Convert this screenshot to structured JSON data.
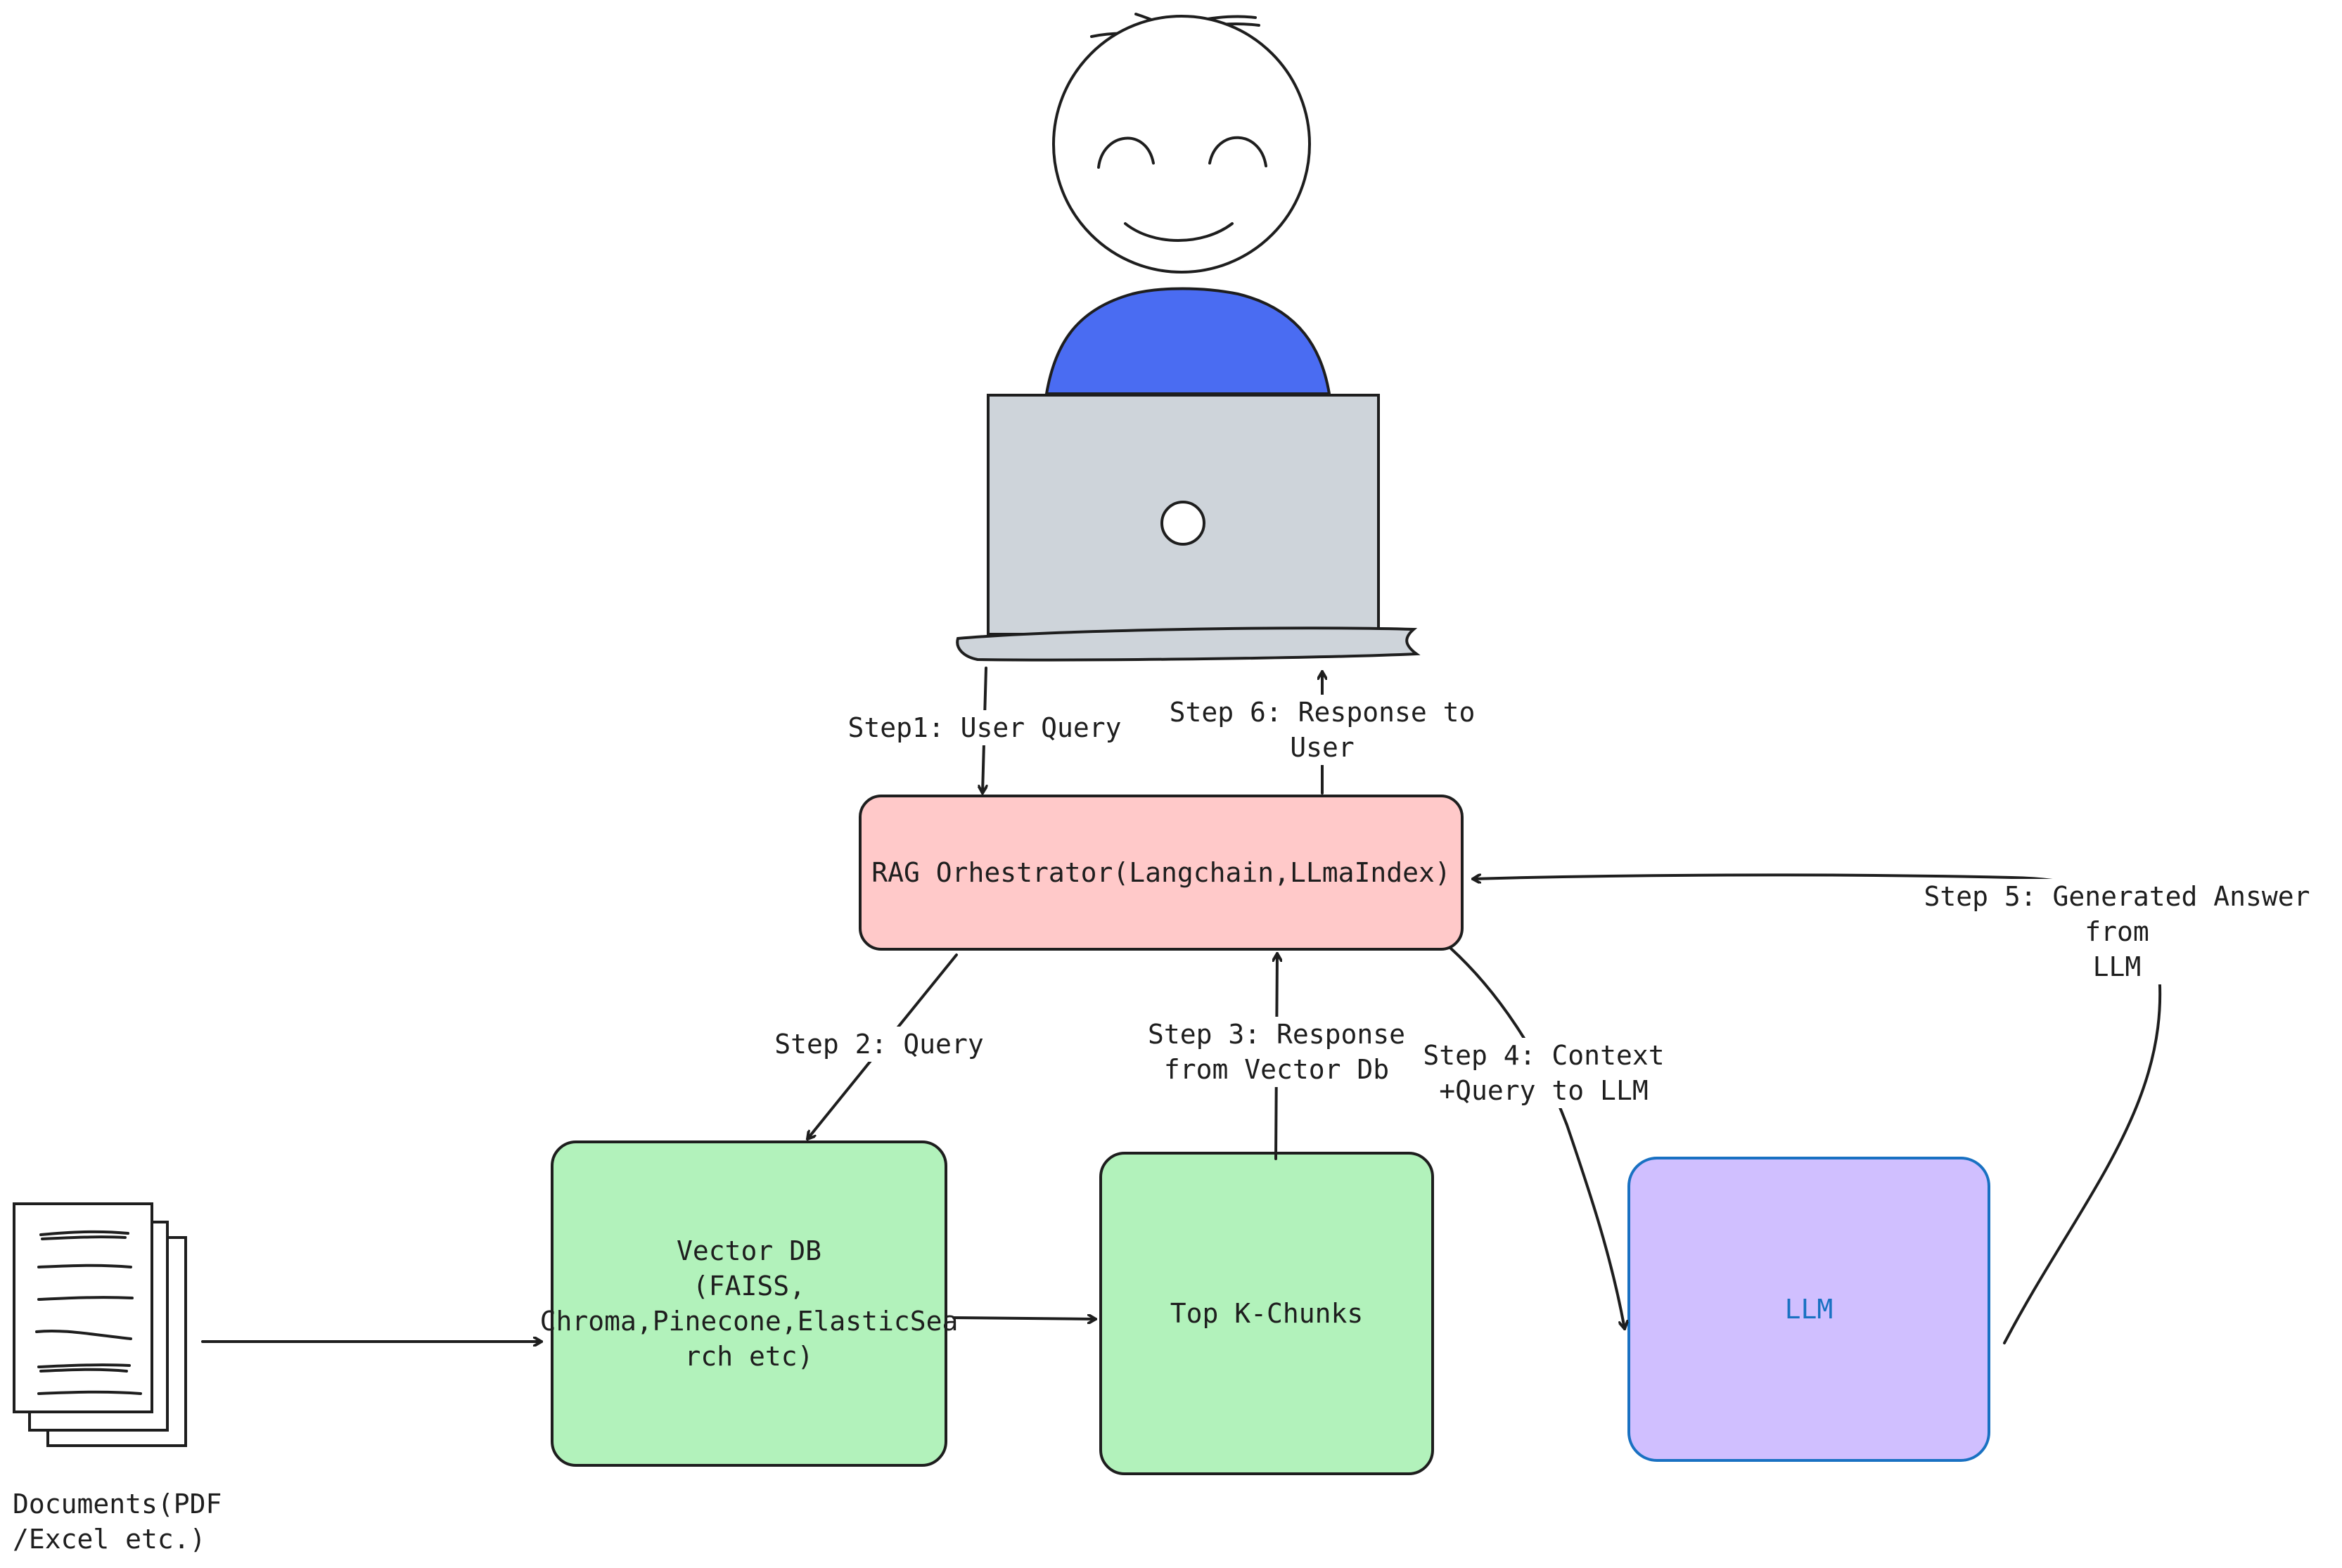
{
  "diagram": {
    "nodes": {
      "orchestrator": "RAG Orhestrator(Langchain,LLmaIndex)",
      "vector_db": "Vector DB\n(FAISS,\nChroma,Pinecone,ElasticSea\nrch etc)",
      "top_k": "Top K-Chunks",
      "llm": "LLM",
      "documents": "Documents(PDF\n/Excel etc.)"
    },
    "edges": {
      "step1": "Step1: User Query",
      "step2": "Step 2: Query",
      "step3": "Step 3: Response\nfrom Vector Db",
      "step4": "Step 4: Context\n+Query to LLM",
      "step5": "Step 5: Generated Answer from\nLLM",
      "step6": "Step 6: Response to\nUser"
    },
    "colors": {
      "orchestrator_fill": "#ffc9c9",
      "db_fill": "#b2f2bb",
      "llm_fill": "#d0bfff",
      "llm_stroke": "#1971c2",
      "shirt": "#4a6cf2",
      "laptop": "#ced4da",
      "stroke": "#1e1e1e"
    }
  }
}
